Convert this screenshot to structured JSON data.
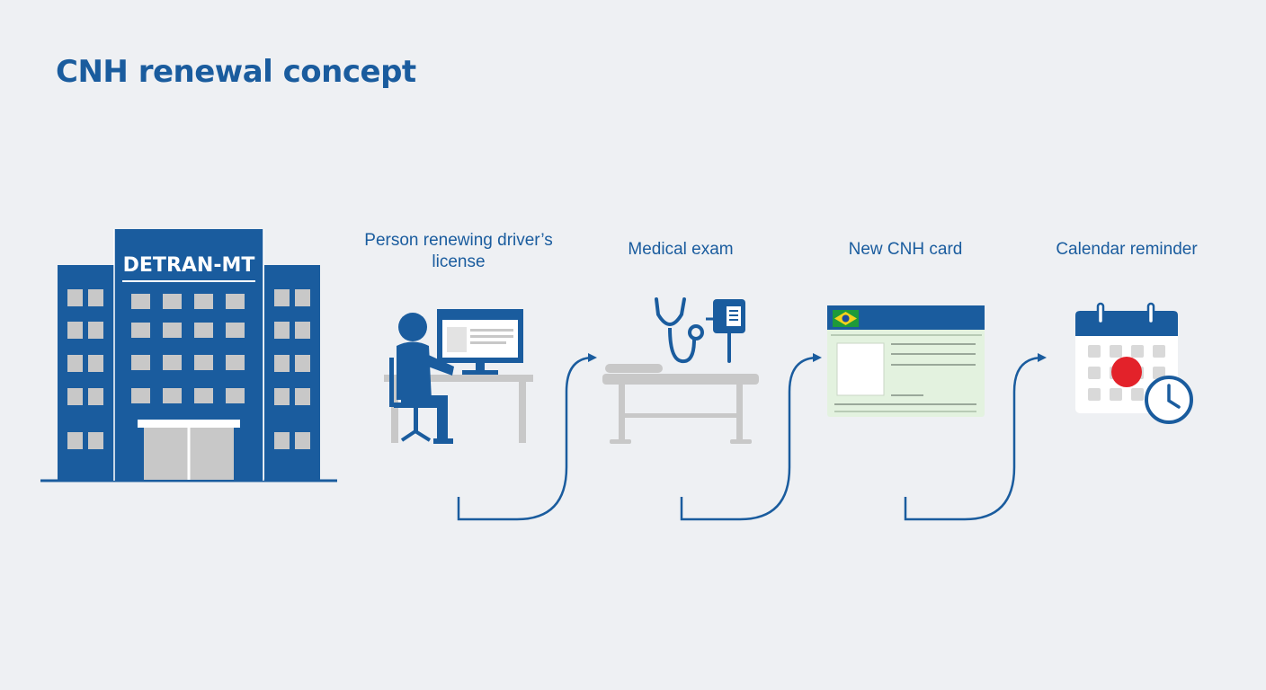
{
  "title": "CNH renewal concept",
  "building": {
    "sign": "DETRAN-MT"
  },
  "steps": [
    {
      "label": "Person renewing driver’s license",
      "icon": "person-at-computer-icon"
    },
    {
      "label": "Medical exam",
      "icon": "stethoscope-icon"
    },
    {
      "label": "New CNH card",
      "icon": "license-card-icon"
    },
    {
      "label": "Calendar reminder",
      "icon": "calendar-icon"
    }
  ],
  "colors": {
    "primary": "#1a5c9e",
    "background": "#eef0f3",
    "gray": "#c8c8c8",
    "card_green": "#e3f2df",
    "calendar_dot": "#e3222a"
  }
}
